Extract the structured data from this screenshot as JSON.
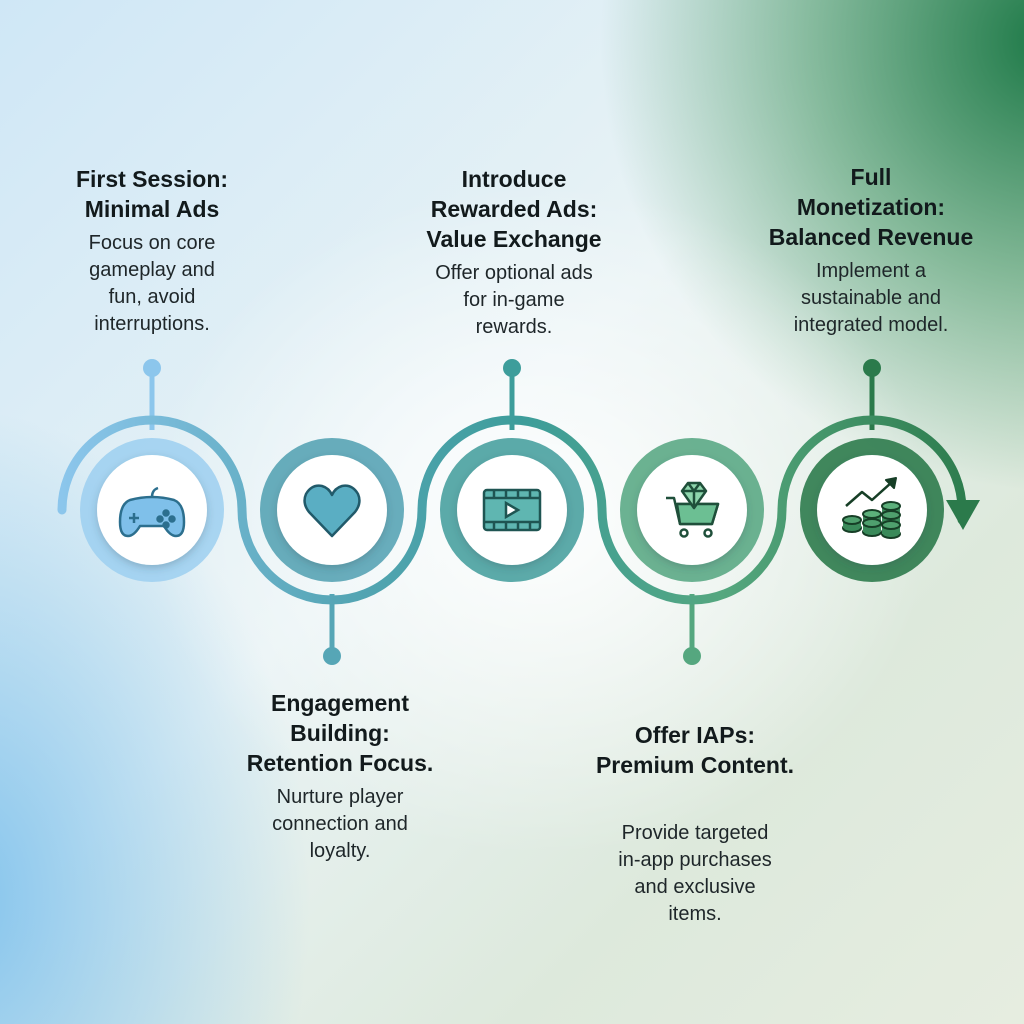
{
  "stages": [
    {
      "title_line1": "First Session:",
      "title_line2": "Minimal Ads",
      "title_line3": "",
      "desc": [
        "Focus on core",
        "gameplay and",
        "fun, avoid",
        "interruptions."
      ],
      "icon": "gamepad-icon",
      "color": "#7fbde6"
    },
    {
      "title_line1": "Engagement",
      "title_line2": "Building:",
      "title_line3": "Retention Focus.",
      "desc": [
        "Nurture player",
        "connection and",
        "loyalty."
      ],
      "icon": "heart-icon",
      "color": "#4f9fb0"
    },
    {
      "title_line1": "Introduce",
      "title_line2": "Rewarded Ads:",
      "title_line3": "Value Exchange",
      "desc": [
        "Offer optional ads",
        "for in-game",
        "rewards."
      ],
      "icon": "video-play-icon",
      "color": "#3f9b9a"
    },
    {
      "title_line1": "Offer IAPs:",
      "title_line2": "Premium Content.",
      "title_line3": "",
      "desc": [
        "Provide targeted",
        "in-app purchases",
        "and exclusive",
        "items."
      ],
      "icon": "shopping-cart-gem-icon",
      "color": "#52a57f"
    },
    {
      "title_line1": "Full",
      "title_line2": "Monetization:",
      "title_line3": "Balanced Revenue",
      "desc": [
        "Implement a",
        "sustainable and",
        "integrated model."
      ],
      "icon": "coins-growth-icon",
      "color": "#2e7b4c"
    }
  ]
}
